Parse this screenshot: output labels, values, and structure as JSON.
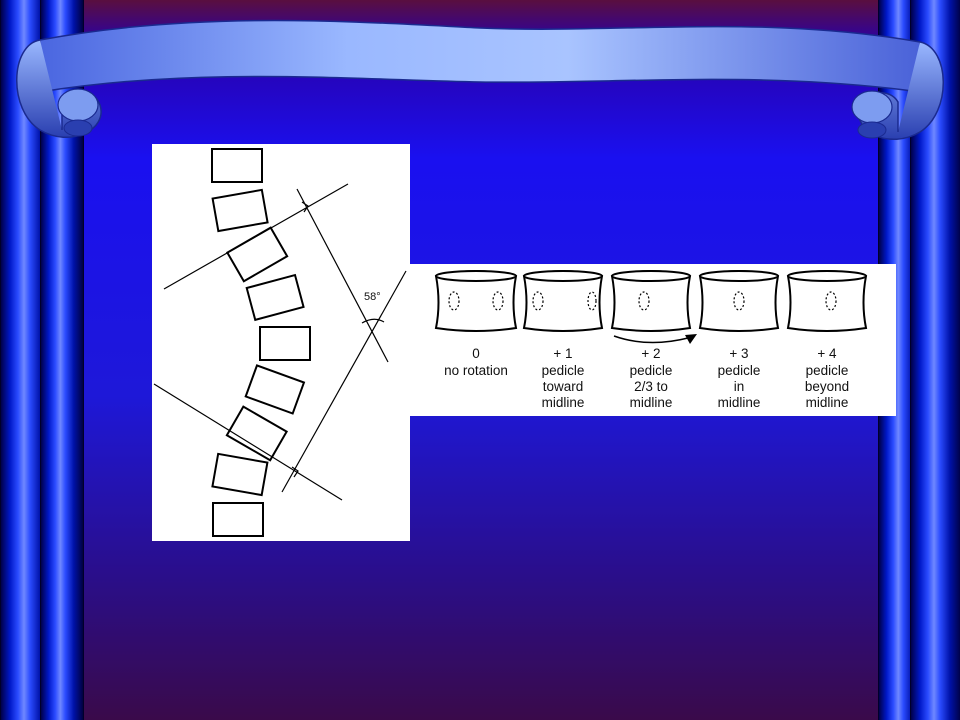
{
  "spine_diagram": {
    "angle_label": "58°"
  },
  "rotation_grades": [
    {
      "grade": "0",
      "lines": [
        "no rotation"
      ]
    },
    {
      "grade": "+ 1",
      "lines": [
        "pedicle",
        "toward",
        "midline"
      ]
    },
    {
      "grade": "+ 2",
      "lines": [
        "pedicle",
        "2/3 to",
        "midline"
      ]
    },
    {
      "grade": "+ 3",
      "lines": [
        "pedicle",
        "in",
        "midline"
      ]
    },
    {
      "grade": "+ 4",
      "lines": [
        "pedicle",
        "beyond",
        "midline"
      ]
    }
  ],
  "colors": {
    "background_top": "#2a00a8",
    "background_mid": "#1a10f0",
    "banner": "#8fb0ff"
  }
}
